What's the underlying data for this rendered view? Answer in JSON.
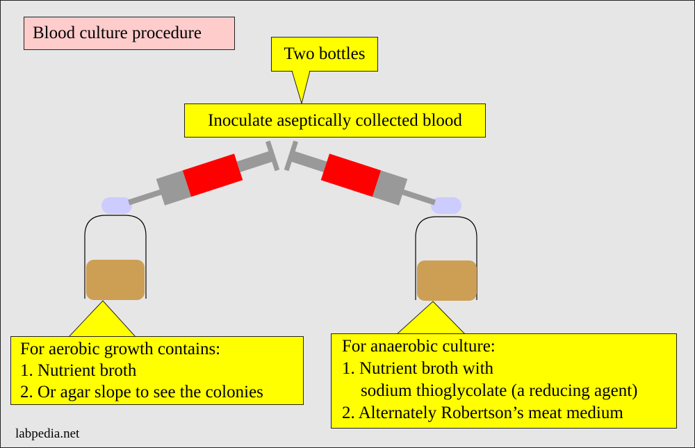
{
  "title": "Blood culture procedure",
  "callout_bottles": "Two bottles",
  "callout_inoculate": "Inoculate aseptically collected blood",
  "aerobic": {
    "heading": "For aerobic growth contains:",
    "item1": "1. Nutrient broth",
    "item2": "2. Or agar slope to see the colonies"
  },
  "anaerobic": {
    "heading": "For anaerobic culture:",
    "item1_line1": "1. Nutrient broth with",
    "item1_line2": "sodium thioglycolate (a reducing agent)",
    "item2": "2. Alternately Robertson’s meat medium"
  },
  "site": "labpedia.net",
  "colors": {
    "background": "#e6e6e6",
    "title_fill": "#ffcccc",
    "callout_fill": "#ffff00",
    "blood": "#ff0000",
    "syringe": "#999999",
    "cap": "#ccccff",
    "medium": "#cc9f55"
  }
}
